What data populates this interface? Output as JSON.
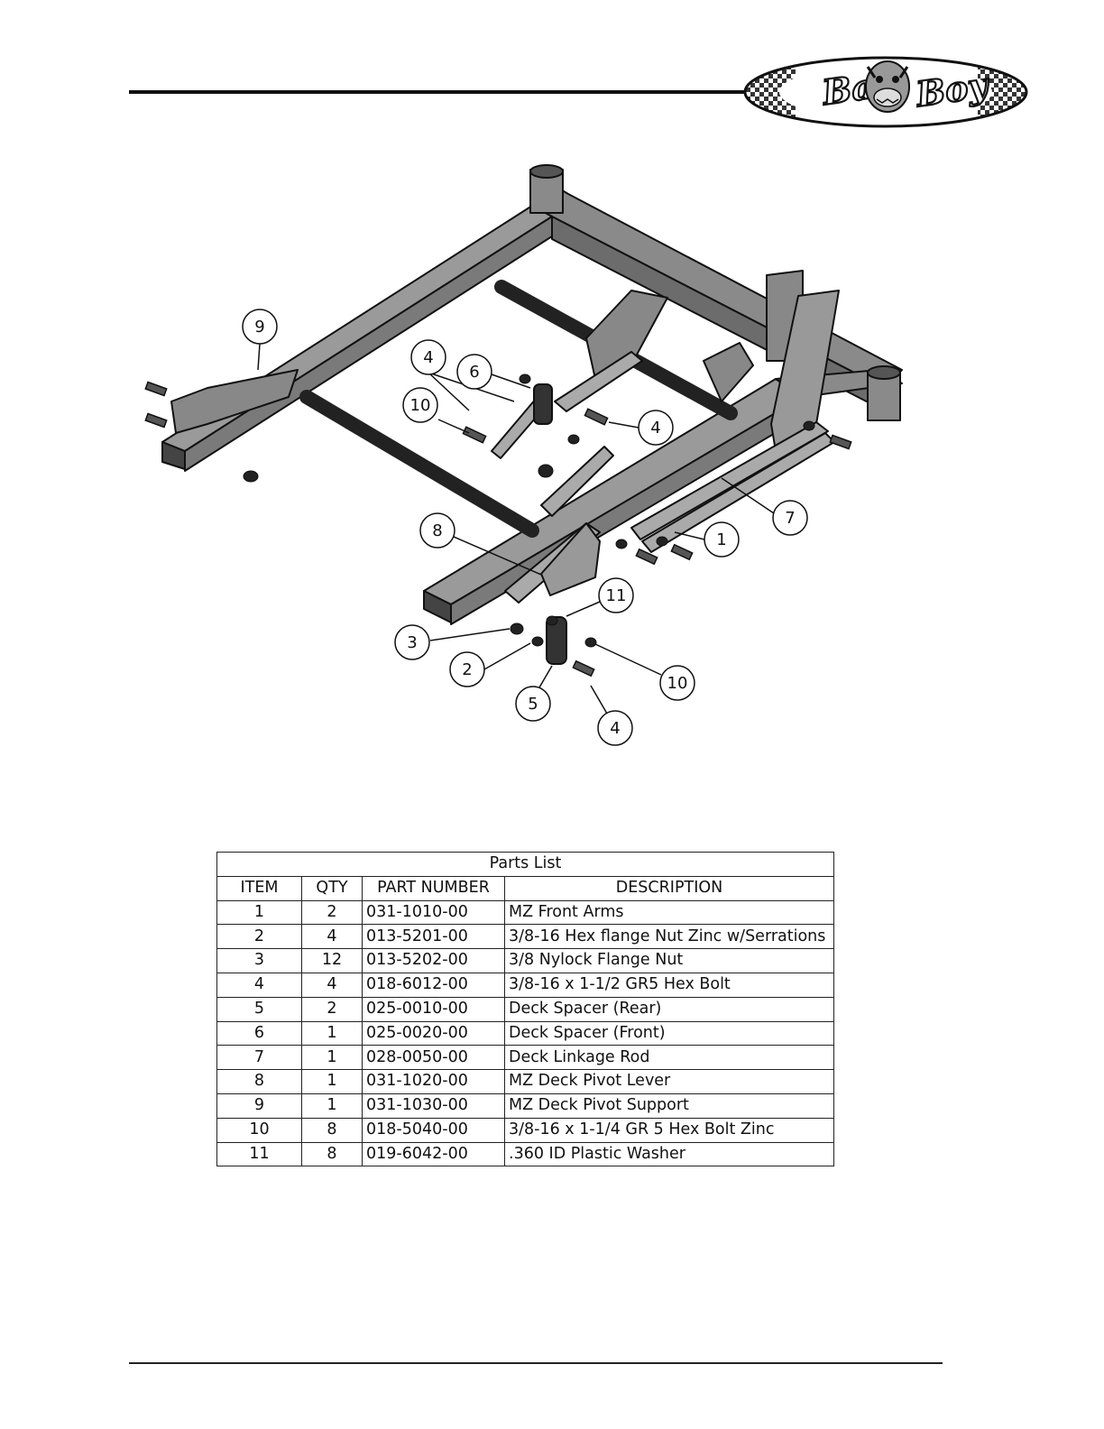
{
  "header": {
    "logo_text": "Bad Boy"
  },
  "diagram": {
    "callouts": [
      "9",
      "4",
      "6",
      "10",
      "4",
      "7",
      "1",
      "8",
      "11",
      "3",
      "2",
      "10",
      "5",
      "4"
    ]
  },
  "parts_list": {
    "title": "Parts List",
    "columns": [
      "ITEM",
      "QTY",
      "PART NUMBER",
      "DESCRIPTION"
    ],
    "rows": [
      {
        "item": "1",
        "qty": "2",
        "part_number": "031-1010-00",
        "description": "MZ Front Arms"
      },
      {
        "item": "2",
        "qty": "4",
        "part_number": "013-5201-00",
        "description": "3/8-16 Hex flange Nut Zinc w/Serrations"
      },
      {
        "item": "3",
        "qty": "12",
        "part_number": "013-5202-00",
        "description": "3/8 Nylock Flange Nut"
      },
      {
        "item": "4",
        "qty": "4",
        "part_number": "018-6012-00",
        "description": "3/8-16 x 1-1/2 GR5 Hex Bolt"
      },
      {
        "item": "5",
        "qty": "2",
        "part_number": "025-0010-00",
        "description": "Deck Spacer (Rear)"
      },
      {
        "item": "6",
        "qty": "1",
        "part_number": "025-0020-00",
        "description": "Deck Spacer (Front)"
      },
      {
        "item": "7",
        "qty": "1",
        "part_number": "028-0050-00",
        "description": "Deck Linkage Rod"
      },
      {
        "item": "8",
        "qty": "1",
        "part_number": "031-1020-00",
        "description": "MZ Deck Pivot Lever"
      },
      {
        "item": "9",
        "qty": "1",
        "part_number": "031-1030-00",
        "description": "MZ Deck Pivot Support"
      },
      {
        "item": "10",
        "qty": "8",
        "part_number": "018-5040-00",
        "description": "3/8-16 x 1-1/4 GR 5 Hex Bolt Zinc"
      },
      {
        "item": "11",
        "qty": "8",
        "part_number": "019-6042-00",
        "description": ".360 ID Plastic Washer"
      }
    ]
  }
}
